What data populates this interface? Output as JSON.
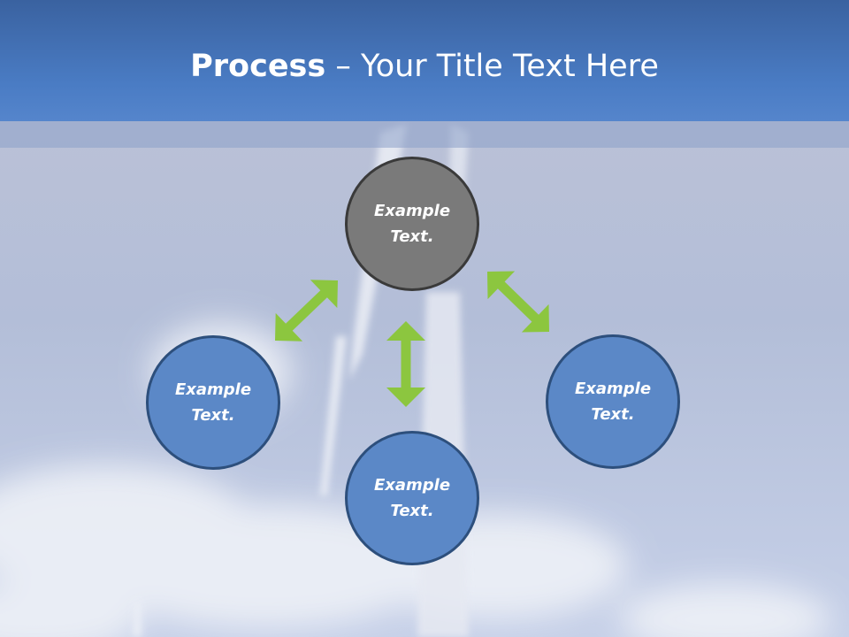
{
  "slide": {
    "title_bold": "Process",
    "title_rest": " – Your Title Text Here"
  },
  "diagram": {
    "nodes": [
      {
        "id": "top",
        "text": "Example Text.",
        "color": "#7a7a7a"
      },
      {
        "id": "left",
        "text": "Example Text.",
        "color": "#5b88c7"
      },
      {
        "id": "bottom",
        "text": "Example Text.",
        "color": "#5b88c7"
      },
      {
        "id": "right",
        "text": "Example Text.",
        "color": "#5b88c7"
      }
    ],
    "arrow_color": "#8cc63f",
    "header_color": "#4a7cc4"
  }
}
